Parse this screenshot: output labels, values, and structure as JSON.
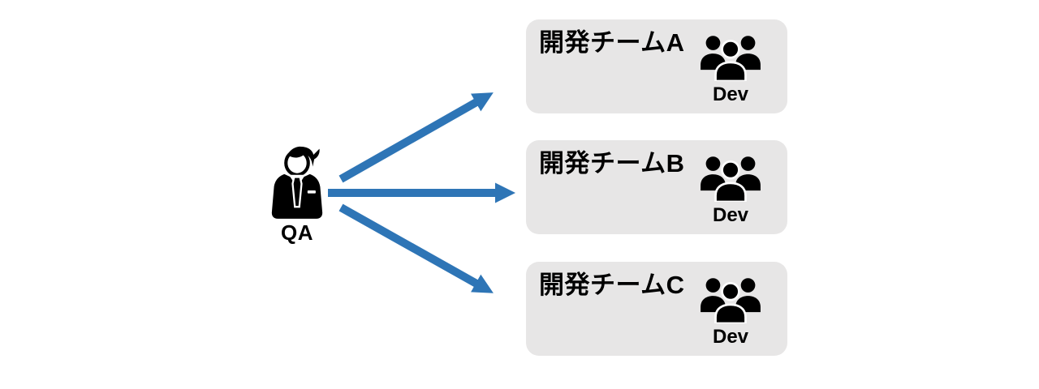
{
  "colors": {
    "arrow": "#2E75B6",
    "box": "#E7E6E6",
    "icon": "#000000",
    "text": "#000000",
    "bg": "#FFFFFF"
  },
  "qa": {
    "label": "QA",
    "icon": "businessman-icon"
  },
  "teams": [
    {
      "name": "開発チームA",
      "member_label": "Dev",
      "icon": "people-group-icon"
    },
    {
      "name": "開発チームB",
      "member_label": "Dev",
      "icon": "people-group-icon"
    },
    {
      "name": "開発チームC",
      "member_label": "Dev",
      "icon": "people-group-icon"
    }
  ],
  "arrows": [
    {
      "from": "QA",
      "to": "開発チームA"
    },
    {
      "from": "QA",
      "to": "開発チームB"
    },
    {
      "from": "QA",
      "to": "開発チームC"
    }
  ]
}
